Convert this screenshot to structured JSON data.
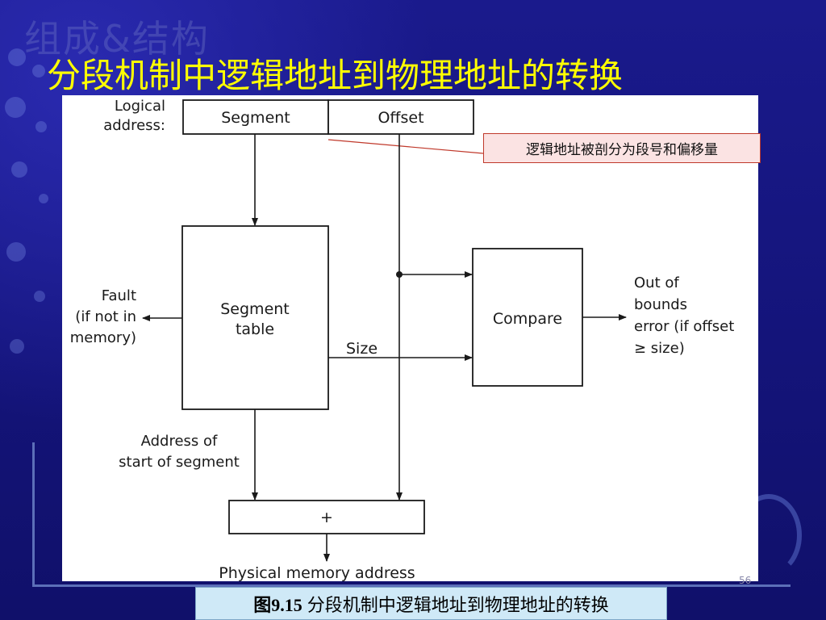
{
  "slide": {
    "watermark": "组成&结构",
    "title": "分段机制中逻辑地址到物理地址的转换",
    "page_number": "56"
  },
  "diagram": {
    "logical_address_label_line1": "Logical",
    "logical_address_label_line2": "address:",
    "segment_field": "Segment",
    "offset_field": "Offset",
    "segment_table_line1": "Segment",
    "segment_table_line2": "table",
    "compare": "Compare",
    "size_label": "Size",
    "fault_line1": "Fault",
    "fault_line2": "(if not in",
    "fault_line3": "memory)",
    "out_of_bounds_line1": "Out of",
    "out_of_bounds_line2": "bounds",
    "out_of_bounds_line3": "error (if offset",
    "out_of_bounds_line4": "≥  size)",
    "address_of_start_line1": "Address of",
    "address_of_start_line2": "start of segment",
    "adder": "+",
    "physical_memory_address": "Physical memory address"
  },
  "callout": {
    "text": "逻辑地址被剖分为段号和偏移量",
    "border_color": "#c0392b",
    "fill_color": "#fbe3e3"
  },
  "caption": {
    "number": "图9.15",
    "text": "分段机制中逻辑地址到物理地址的转换"
  },
  "colors": {
    "background": "#14147a",
    "title": "#ffff00",
    "caption_fill": "#cfe9f7"
  }
}
